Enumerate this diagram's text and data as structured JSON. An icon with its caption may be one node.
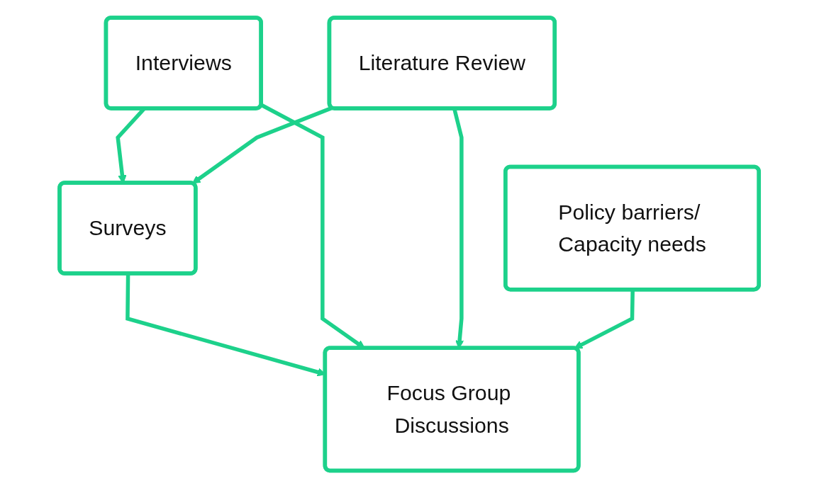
{
  "diagram": {
    "nodes": [
      {
        "text": [
          "Surveys"
        ]
      },
      {
        "text": [
          "Interviews"
        ]
      },
      {
        "text": [
          "Focus Group Discussions"
        ]
      },
      {
        "text": [
          "Literature Review"
        ]
      },
      {
        "text": [
          "Policy barriers/ Capacity needs"
        ]
      }
    ],
    "edges": [
      {
        "from": 1,
        "to": 0,
        "arrow": "to"
      },
      {
        "from": 3,
        "to": 0,
        "arrow": "to"
      },
      {
        "from": 0,
        "to": 2,
        "arrow": "to"
      },
      {
        "from": 1,
        "to": 2,
        "arrow": "to"
      },
      {
        "from": 3,
        "to": 2,
        "arrow": "to"
      },
      {
        "from": 4,
        "to": 2,
        "arrow": "to"
      }
    ]
  }
}
